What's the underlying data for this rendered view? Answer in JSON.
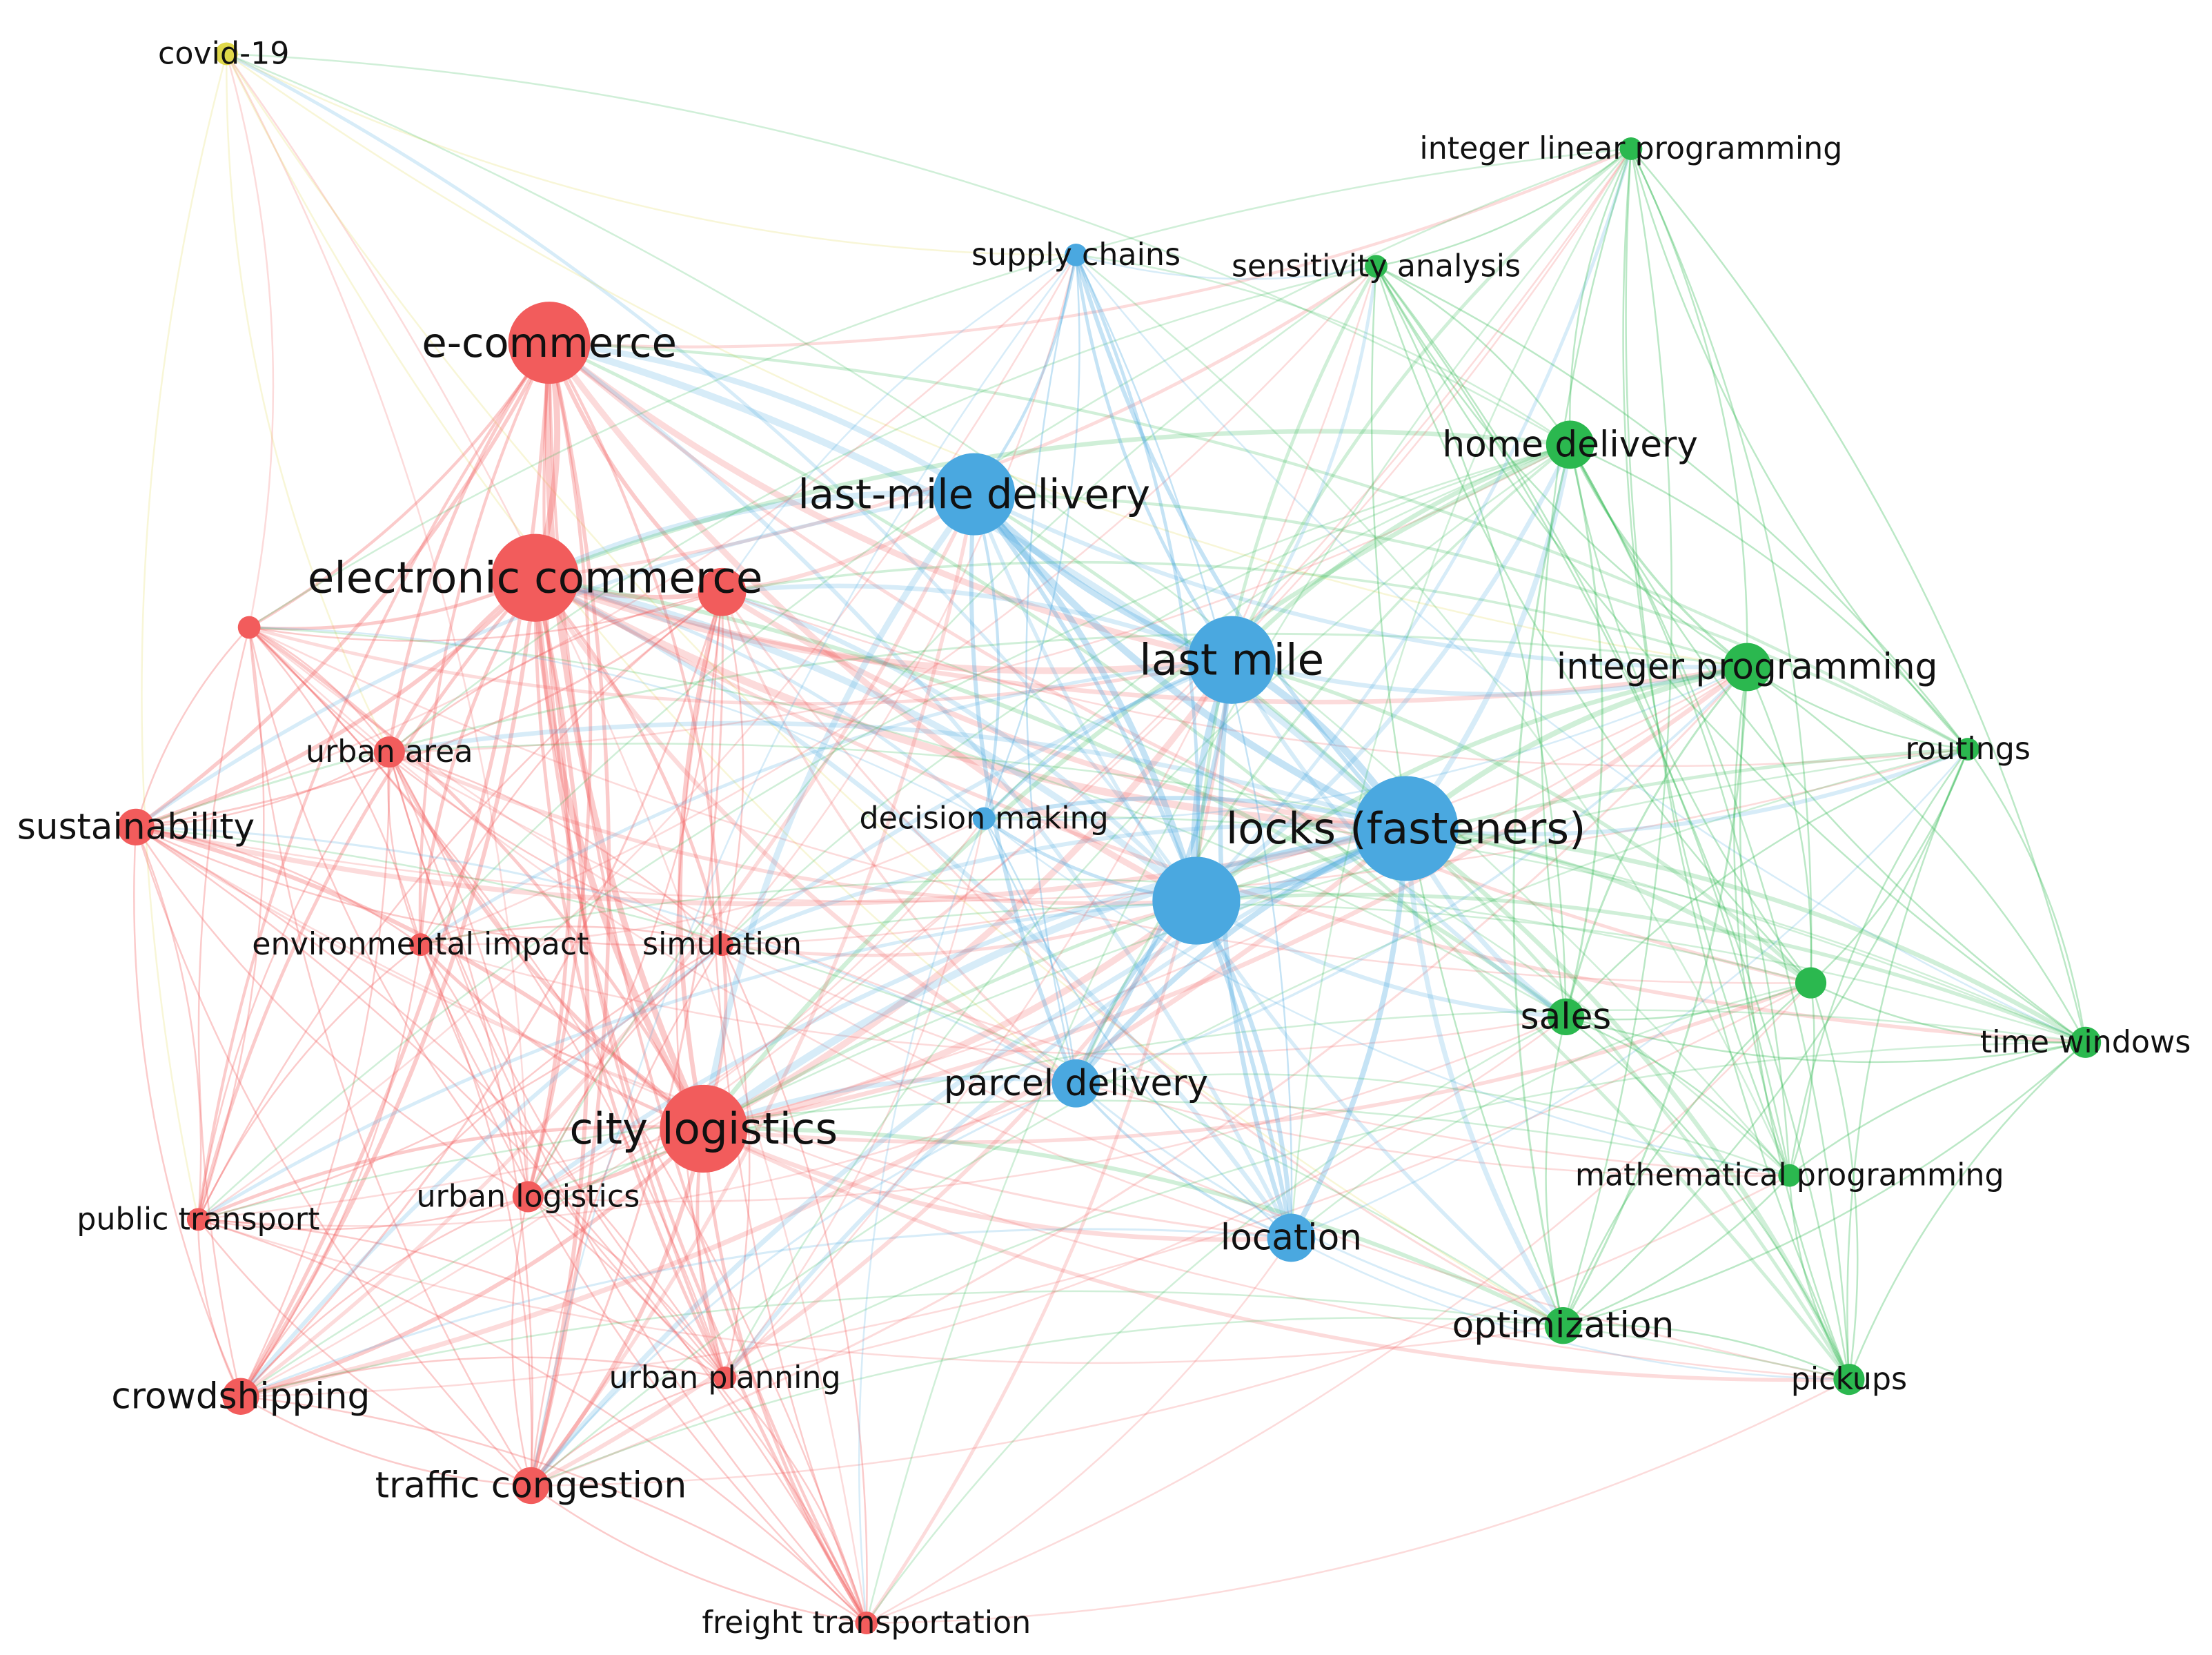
{
  "clusters": {
    "red": "#f25c5c",
    "blue": "#4aa8e0",
    "green": "#2bb84f",
    "yellow": "#e0d84a"
  },
  "nodes": [
    {
      "id": "covid-19",
      "label": "covid-19",
      "cluster": "yellow",
      "weight": 2
    },
    {
      "id": "e-commerce",
      "label": "e-commerce",
      "cluster": "red",
      "weight": 9
    },
    {
      "id": "electronic-commerce",
      "label": "electronic commerce",
      "cluster": "red",
      "weight": 10
    },
    {
      "id": "red-unlabeled-1",
      "label": "",
      "cluster": "red",
      "weight": 5
    },
    {
      "id": "red-unlabeled-2",
      "label": "",
      "cluster": "red",
      "weight": 2
    },
    {
      "id": "urban-area",
      "label": "urban area",
      "cluster": "red",
      "weight": 3
    },
    {
      "id": "sustainability",
      "label": "sustainability",
      "cluster": "red",
      "weight": 4
    },
    {
      "id": "environmental-impact",
      "label": "environmental impact",
      "cluster": "red",
      "weight": 2
    },
    {
      "id": "simulation",
      "label": "simulation",
      "cluster": "red",
      "weight": 2
    },
    {
      "id": "city-logistics",
      "label": "city logistics",
      "cluster": "red",
      "weight": 10
    },
    {
      "id": "urban-logistics",
      "label": "urban logistics",
      "cluster": "red",
      "weight": 3
    },
    {
      "id": "public-transport",
      "label": "public transport",
      "cluster": "red",
      "weight": 2
    },
    {
      "id": "crowdshipping",
      "label": "crowdshipping",
      "cluster": "red",
      "weight": 4
    },
    {
      "id": "urban-planning",
      "label": "urban planning",
      "cluster": "red",
      "weight": 2
    },
    {
      "id": "traffic-congestion",
      "label": "traffic congestion",
      "cluster": "red",
      "weight": 4
    },
    {
      "id": "freight-transportation",
      "label": "freight transportation",
      "cluster": "red",
      "weight": 2
    },
    {
      "id": "supply-chains",
      "label": "supply chains",
      "cluster": "blue",
      "weight": 2
    },
    {
      "id": "last-mile-delivery",
      "label": "last-mile delivery",
      "cluster": "blue",
      "weight": 9
    },
    {
      "id": "last-mile",
      "label": "last mile",
      "cluster": "blue",
      "weight": 10
    },
    {
      "id": "decision-making",
      "label": "decision making",
      "cluster": "blue",
      "weight": 2
    },
    {
      "id": "locks-fasteners",
      "label": "locks (fasteners)",
      "cluster": "blue",
      "weight": 12
    },
    {
      "id": "blue-unlabeled",
      "label": "",
      "cluster": "blue",
      "weight": 10
    },
    {
      "id": "parcel-delivery",
      "label": "parcel delivery",
      "cluster": "blue",
      "weight": 5
    },
    {
      "id": "location",
      "label": "location",
      "cluster": "blue",
      "weight": 5
    },
    {
      "id": "integer-linear-programming",
      "label": "integer linear programming",
      "cluster": "green",
      "weight": 2
    },
    {
      "id": "sensitivity-analysis",
      "label": "sensitivity analysis",
      "cluster": "green",
      "weight": 2
    },
    {
      "id": "home-delivery",
      "label": "home delivery",
      "cluster": "green",
      "weight": 5
    },
    {
      "id": "integer-programming",
      "label": "integer programming",
      "cluster": "green",
      "weight": 5
    },
    {
      "id": "routings",
      "label": "routings",
      "cluster": "green",
      "weight": 2
    },
    {
      "id": "green-unlabeled",
      "label": "",
      "cluster": "green",
      "weight": 3
    },
    {
      "id": "sales",
      "label": "sales",
      "cluster": "green",
      "weight": 4
    },
    {
      "id": "time-windows",
      "label": "time windows",
      "cluster": "green",
      "weight": 3
    },
    {
      "id": "mathematical-programming",
      "label": "mathematical programming",
      "cluster": "green",
      "weight": 2
    },
    {
      "id": "optimization",
      "label": "optimization",
      "cluster": "green",
      "weight": 4
    },
    {
      "id": "pickups",
      "label": "pickups",
      "cluster": "green",
      "weight": 3
    }
  ]
}
